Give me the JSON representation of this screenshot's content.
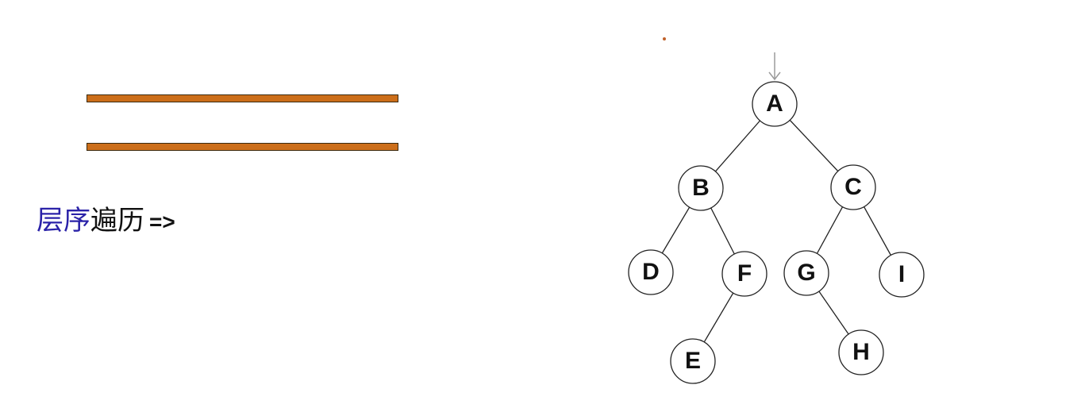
{
  "heading": {
    "highlight": "层序",
    "rest": "遍历",
    "arrow": "=>"
  },
  "tree": {
    "nodes": [
      {
        "id": "A",
        "label": "A"
      },
      {
        "id": "B",
        "label": "B"
      },
      {
        "id": "C",
        "label": "C"
      },
      {
        "id": "D",
        "label": "D"
      },
      {
        "id": "F",
        "label": "F"
      },
      {
        "id": "G",
        "label": "G"
      },
      {
        "id": "I",
        "label": "I"
      },
      {
        "id": "E",
        "label": "E"
      },
      {
        "id": "H",
        "label": "H"
      }
    ],
    "edges": [
      [
        "A",
        "B"
      ],
      [
        "A",
        "C"
      ],
      [
        "B",
        "D"
      ],
      [
        "B",
        "F"
      ],
      [
        "C",
        "G"
      ],
      [
        "C",
        "I"
      ],
      [
        "F",
        "E"
      ],
      [
        "G",
        "H"
      ]
    ]
  },
  "colors": {
    "bar_fill": "#cc6e1a",
    "heading_highlight": "#2a22a8",
    "text": "#111111"
  }
}
